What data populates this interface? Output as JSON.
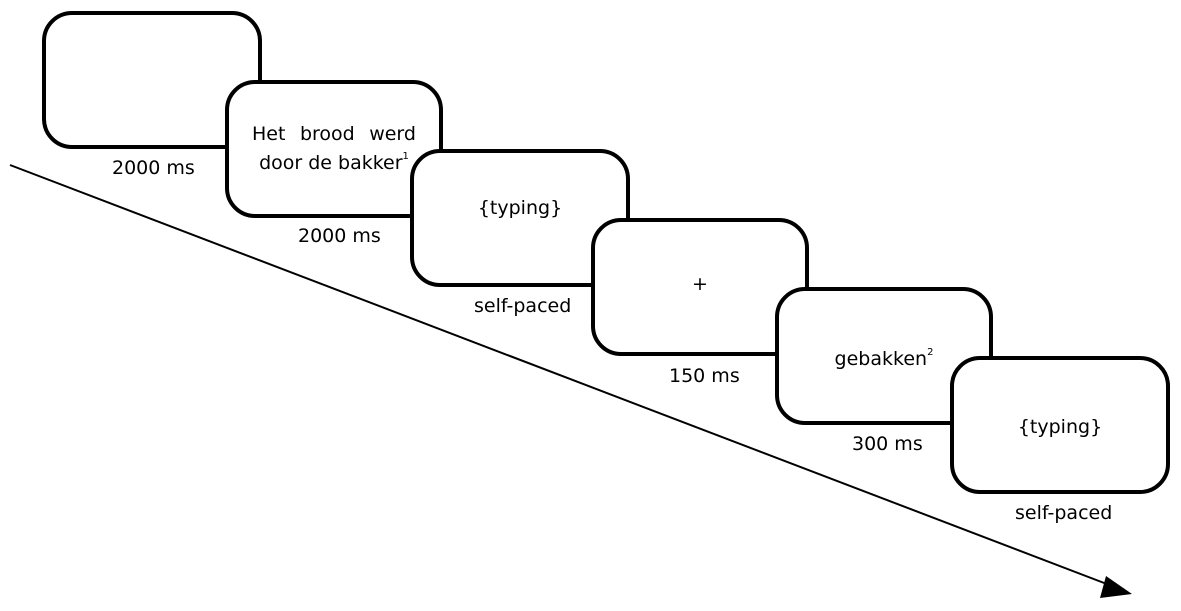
{
  "screens": [
    {
      "content": "",
      "duration": "2000 ms"
    },
    {
      "words": [
        "Het",
        "brood",
        "werd"
      ],
      "line2": "door de bakker",
      "note": "1",
      "duration": "2000 ms"
    },
    {
      "content": "{typing}",
      "duration": "self-paced"
    },
    {
      "content": "+",
      "duration": "150 ms"
    },
    {
      "content": "gebakken",
      "note": "2",
      "duration": "300 ms"
    },
    {
      "content": "{typing}",
      "duration": "self-paced"
    }
  ]
}
